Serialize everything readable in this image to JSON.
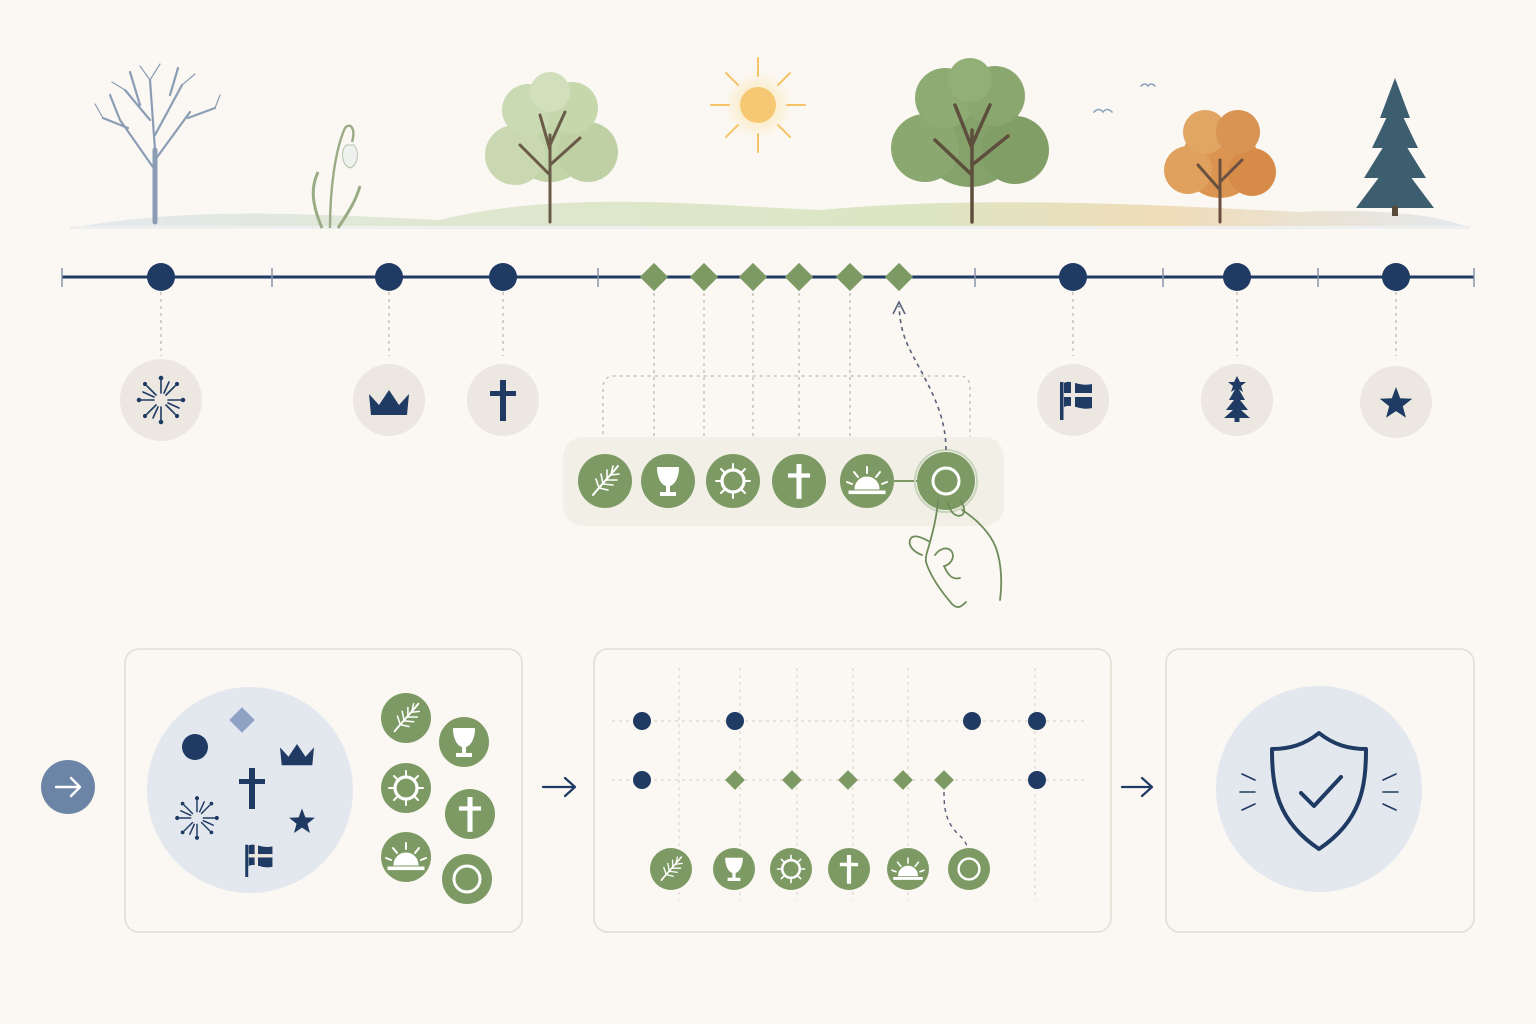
{
  "colors": {
    "background": "#fbf8f3",
    "navy": "#1f3a63",
    "green": "#7d9a64",
    "green_light": "#a9bf94",
    "badge_bg": "#ece8e1",
    "panel_border": "#e3ddd3",
    "slate": "#6c85a6",
    "pale_blue": "#e3e8ef",
    "autumn": "#d9924a",
    "sun": "#f7c873"
  },
  "landscape": {
    "scenes": [
      "bare-winter-tree",
      "snowdrop-flower",
      "spring-blossom-tree",
      "summer-sun",
      "summer-oak-tree",
      "birds",
      "autumn-tree",
      "evergreen-fir-tree"
    ]
  },
  "timeline": {
    "fixed_events": [
      {
        "id": "new-year",
        "icon": "fireworks-icon"
      },
      {
        "id": "epiphany",
        "icon": "crown-icon"
      },
      {
        "id": "candlemas",
        "icon": "cross-icon"
      },
      {
        "id": "national-day",
        "icon": "flag-icon"
      },
      {
        "id": "christmas",
        "icon": "christmas-tree-icon"
      },
      {
        "id": "star-day",
        "icon": "star-icon"
      }
    ],
    "movable_events": [
      {
        "id": "palm-sunday",
        "icon": "palm-leaf-icon"
      },
      {
        "id": "maundy-thursday",
        "icon": "chalice-icon"
      },
      {
        "id": "good-friday",
        "icon": "crown-of-thorns-icon"
      },
      {
        "id": "holy-saturday",
        "icon": "cross-icon"
      },
      {
        "id": "easter-sunday",
        "icon": "sunrise-icon"
      },
      {
        "id": "easter-monday",
        "icon": "ring-icon",
        "selected": true
      }
    ]
  },
  "pipeline": {
    "steps": [
      {
        "id": "collect-events",
        "icons": [
          "dot-icon",
          "diamond-icon",
          "crown-icon",
          "cross-icon",
          "fireworks-icon",
          "star-icon",
          "flag-icon",
          "palm-leaf-icon",
          "chalice-icon",
          "crown-of-thorns-icon",
          "cross-icon",
          "sunrise-icon",
          "ring-icon"
        ]
      },
      {
        "id": "arrange-on-timeline",
        "icons": [
          "palm-leaf-icon",
          "chalice-icon",
          "crown-of-thorns-icon",
          "cross-icon",
          "sunrise-icon",
          "ring-icon"
        ]
      },
      {
        "id": "verified",
        "icons": [
          "shield-check-icon"
        ]
      }
    ]
  }
}
